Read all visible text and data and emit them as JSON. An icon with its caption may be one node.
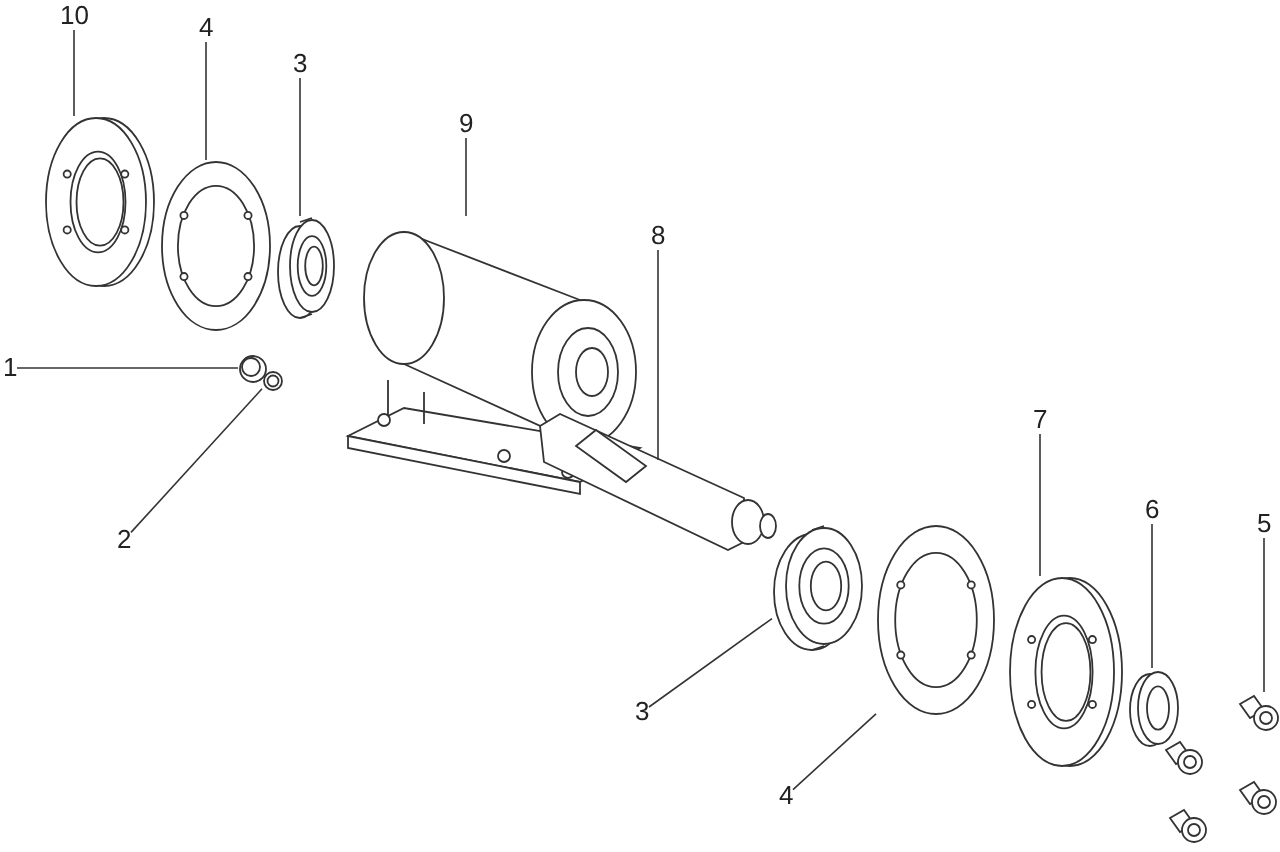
{
  "diagram": {
    "nodes": [
      {
        "text": [
          "10"
        ]
      },
      {
        "text": [
          "4"
        ]
      },
      {
        "text": [
          "3"
        ]
      },
      {
        "text": [
          "9"
        ]
      },
      {
        "text": [
          "8"
        ]
      },
      {
        "text": [
          "1"
        ]
      },
      {
        "text": [
          "7"
        ]
      },
      {
        "text": [
          "6"
        ]
      },
      {
        "text": [
          "5"
        ]
      },
      {
        "text": [
          "2"
        ]
      },
      {
        "text": [
          "3"
        ]
      },
      {
        "text": [
          "4"
        ]
      },
      {
        "text": [],
        "shape": "picture"
      },
      {
        "text": [],
        "shape": "picture"
      },
      {
        "text": [],
        "shape": "picture"
      },
      {
        "text": [],
        "shape": "picture"
      },
      {
        "text": [],
        "shape": "picture"
      },
      {
        "text": [],
        "shape": "picture"
      },
      {
        "text": [],
        "shape": "picture"
      },
      {
        "text": [],
        "shape": "picture"
      },
      {
        "text": [],
        "shape": "picture"
      },
      {
        "text": [],
        "shape": "picture"
      },
      {
        "text": [],
        "shape": "picture"
      },
      {
        "text": [],
        "shape": "picture"
      }
    ],
    "edges": [
      {
        "from": 0,
        "to": 12,
        "arrow": "none"
      },
      {
        "from": 1,
        "to": 13,
        "arrow": "none"
      },
      {
        "from": 2,
        "to": 14,
        "arrow": "none"
      },
      {
        "from": 3,
        "to": 15,
        "arrow": "none"
      },
      {
        "from": 4,
        "to": 16,
        "arrow": "none"
      },
      {
        "from": 5,
        "to": 17,
        "arrow": "none"
      },
      {
        "from": 6,
        "to": 18,
        "arrow": "none"
      },
      {
        "from": 7,
        "to": 19,
        "arrow": "none"
      },
      {
        "from": 8,
        "to": 20,
        "arrow": "none"
      },
      {
        "from": 9,
        "to": 21,
        "arrow": "none"
      },
      {
        "from": 10,
        "to": 22,
        "arrow": "none"
      },
      {
        "from": 11,
        "to": 23,
        "arrow": "none"
      }
    ]
  }
}
